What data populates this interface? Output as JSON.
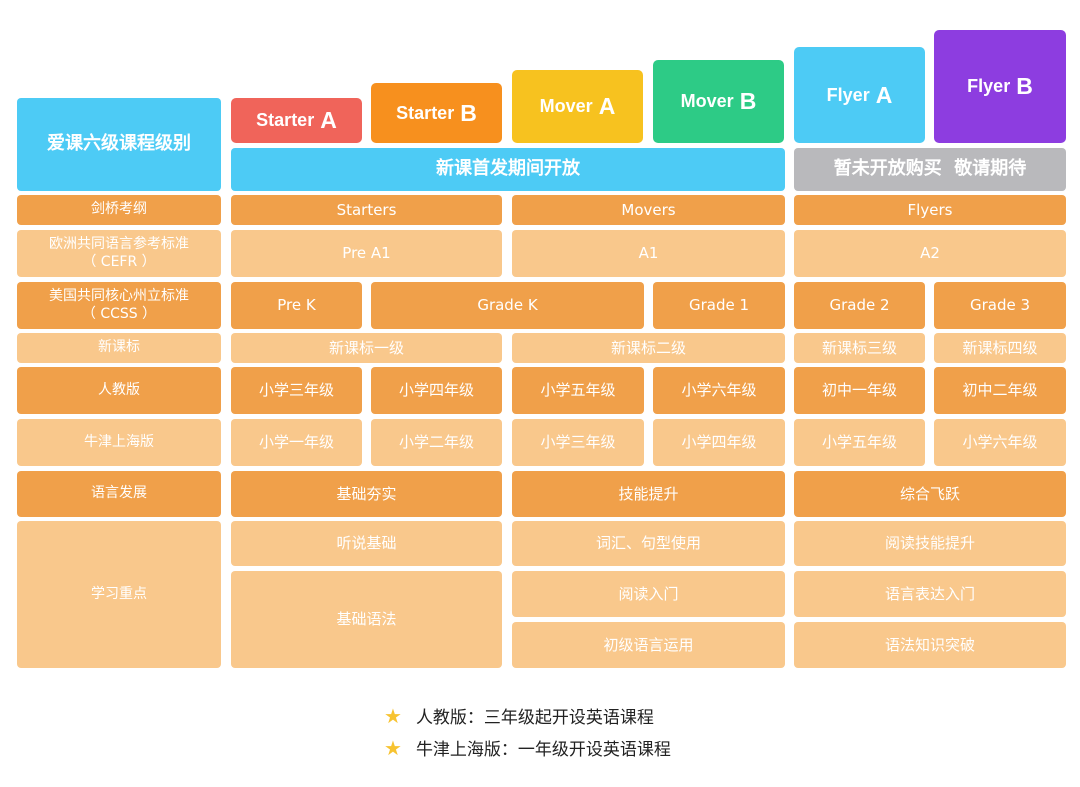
{
  "levels": [
    {
      "word": "Starter",
      "letter": "A",
      "color": "#F0645A"
    },
    {
      "word": "Starter",
      "letter": "B",
      "color": "#F7901E"
    },
    {
      "word": "Mover",
      "letter": "A",
      "color": "#F7C21F"
    },
    {
      "word": "Mover",
      "letter": "B",
      "color": "#2DCB86"
    },
    {
      "word": "Flyer",
      "letter": "A",
      "color": "#4DCBF5"
    },
    {
      "word": "Flyer",
      "letter": "B",
      "color": "#8D3DE0"
    }
  ],
  "header": {
    "title": "爱课六级课程级别",
    "banner_open": "新课首发期间开放",
    "banner_closed": "暂未开放购买  敬请期待"
  },
  "row_labels": {
    "cambridge": "剑桥考纲",
    "cefr": "欧洲共同语言参考标准\n（ CEFR ）",
    "ccss": "美国共同核心州立标准\n（ CCSS ）",
    "new_standard": "新课标",
    "pep": "人教版",
    "oxford": "牛津上海版",
    "language_dev": "语言发展",
    "learning_focus": "学习重点"
  },
  "cambridge": [
    "Starters",
    "Movers",
    "Flyers"
  ],
  "cefr": [
    "Pre A1",
    "A1",
    "A2"
  ],
  "ccss": [
    "Pre K",
    "Grade K",
    "Grade 1",
    "Grade 2",
    "Grade 3"
  ],
  "new_standard": [
    "新课标一级",
    "新课标二级",
    "新课标三级",
    "新课标四级"
  ],
  "pep": [
    "小学三年级",
    "小学四年级",
    "小学五年级",
    "小学六年级",
    "初中一年级",
    "初中二年级"
  ],
  "oxford": [
    "小学一年级",
    "小学二年级",
    "小学三年级",
    "小学四年级",
    "小学五年级",
    "小学六年级"
  ],
  "language_dev": [
    "基础夯实",
    "技能提升",
    "综合飞跃"
  ],
  "focus": {
    "col1": [
      "听说基础",
      "基础语法"
    ],
    "col2": [
      "词汇、句型使用",
      "阅读入门",
      "初级语言运用"
    ],
    "col3": [
      "阅读技能提升",
      "语言表达入门",
      "语法知识突破"
    ]
  },
  "legend": [
    "人教版：三年级起开设英语课程",
    "牛津上海版：一年级开设英语课程"
  ],
  "colors": {
    "cyan": "#4DCBF5",
    "grey": "#B9B9BC",
    "dark_orange": "#F0A04A",
    "light_orange": "#F9C88C",
    "star": "#F7C331"
  }
}
